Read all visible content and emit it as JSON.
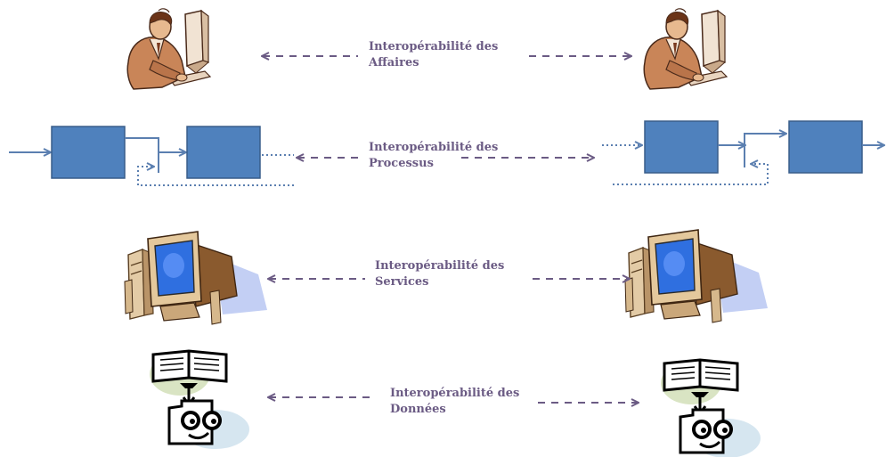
{
  "colors": {
    "arrow": "#6b5b84",
    "box": "#4f81bd",
    "box_border": "#385d8a",
    "flow_line": "#5b7fb0"
  },
  "rows": [
    {
      "line1": "Interopérabilité des",
      "line2": "Affaires",
      "icon": "businessman-at-computer-icon"
    },
    {
      "line1": "Interopérabilité des",
      "line2": "Processus",
      "icon": "process-flow-boxes"
    },
    {
      "line1": "Interopérabilité des",
      "line2": "Services",
      "icon": "desktop-computer-icon"
    },
    {
      "line1": "Interopérabilité des",
      "line2": "Données",
      "icon": "book-and-data-icon"
    }
  ]
}
